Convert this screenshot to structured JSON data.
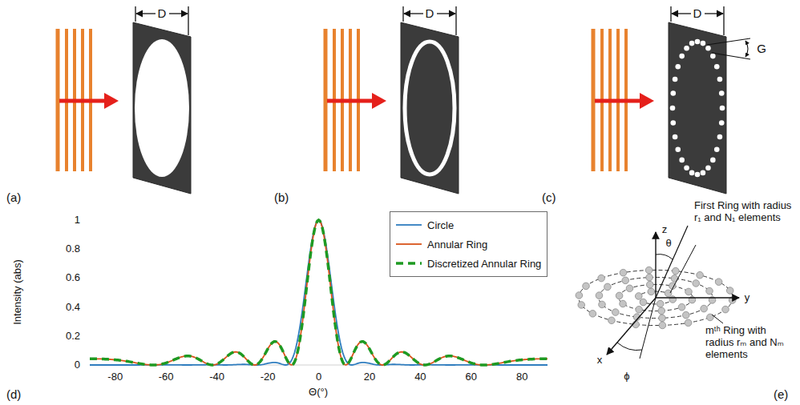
{
  "diagram": {
    "labels": [
      "D",
      "D",
      "D",
      "G",
      "(a)",
      "(b)",
      "(c)",
      "Intensity (abs)",
      "1",
      "0.8",
      "0.6",
      "0.4",
      "0.2",
      "0",
      "-80",
      "-60",
      "-40",
      "-20",
      "0",
      "20",
      "40",
      "60",
      "80",
      "Θ(°)",
      "(d)",
      "z",
      "θ",
      "First Ring with radius r₁ and N₁ elements",
      "y",
      "x",
      "ϕ",
      "mᵗʰ Ring with radius rₘ and Nₘ elements",
      "(e)"
    ],
    "legend": [
      {
        "text": "Circle"
      },
      {
        "text": "Annular Ring"
      },
      {
        "text": "Discretized Annular Ring"
      }
    ]
  }
}
